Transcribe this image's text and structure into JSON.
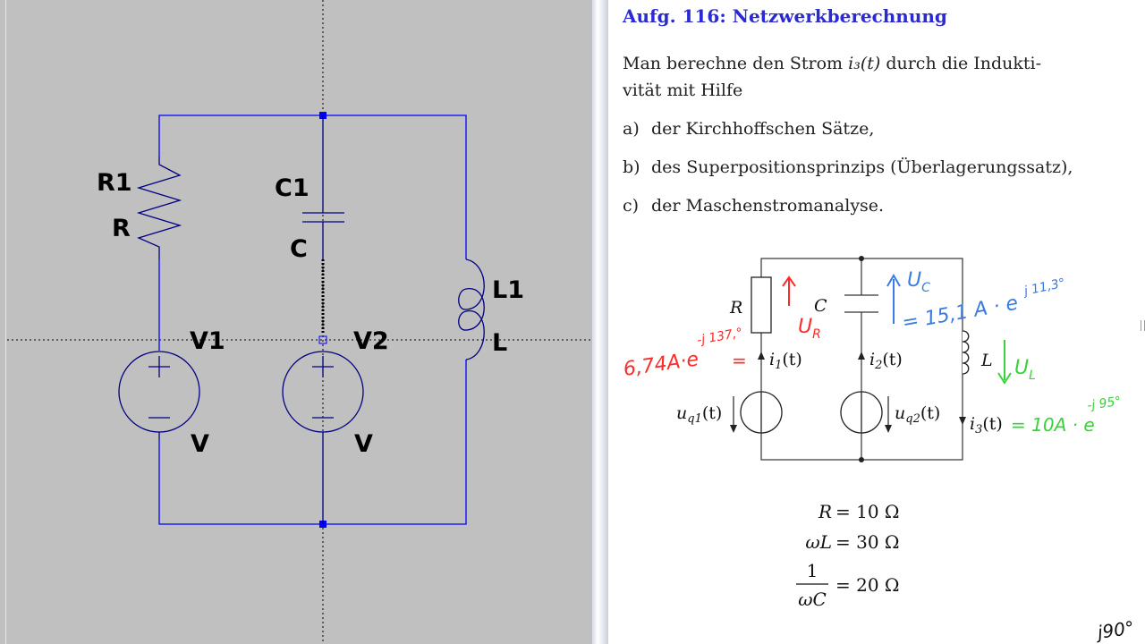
{
  "schematic": {
    "labels": {
      "r1_name": "R1",
      "r1_value": "R",
      "c1_name": "C1",
      "c1_value": "C",
      "l1_name": "L1",
      "l1_value": "L",
      "v1_name": "V1",
      "v1_value": "V",
      "v2_name": "V2",
      "v2_value": "V"
    },
    "colors": {
      "background": "#c0c0c0",
      "wire": "#0000ff",
      "component": "#000080",
      "crosshair": "#000000"
    }
  },
  "document": {
    "title": "Aufg. 116: Netzwerkberechnung",
    "intro_line1_prefix": "Man berechne den Strom",
    "intro_current": "i₃(t)",
    "intro_line1_suffix": "durch die Indukti-",
    "intro_line2": "vität mit Hilfe",
    "items": [
      {
        "label": "a)",
        "text": "der Kirchhoffschen Sätze,"
      },
      {
        "label": "b)",
        "text": "des Superpositionsprinzips (Überlagerungssatz),"
      },
      {
        "label": "c)",
        "text": "der Maschenstromanalyse."
      }
    ],
    "figure": {
      "r": "R",
      "c": "C",
      "l": "L",
      "i1": "i",
      "i1_sub": "1",
      "i2": "i",
      "i2_sub": "2",
      "i3": "i",
      "i3_sub": "3",
      "t": "(t)",
      "uq1": "u",
      "uq1_sub": "q1",
      "uq2": "u",
      "uq2_sub": "q2"
    },
    "equations": [
      {
        "lhs": "R",
        "rhs": "= 10 Ω"
      },
      {
        "lhs": "ωL",
        "rhs": "= 30 Ω"
      },
      {
        "lhs_num": "1",
        "lhs_den": "ωC",
        "rhs": "= 20 Ω"
      }
    ],
    "annotations": {
      "red_value": "6,74A·e",
      "red_exp": "-j 137,°",
      "red_label": "U",
      "red_sub": "R",
      "blue_value": "= 15,1 A · e",
      "blue_exp": "j 11,3°",
      "blue_label": "U",
      "blue_sub": "C",
      "green_value": "= 10A · e",
      "green_exp": "-j 95°",
      "green_label": "U",
      "green_sub": "L",
      "corner_mark": "j90°"
    },
    "colors": {
      "title": "#2a2ad0",
      "red": "#ff2a2a",
      "blue": "#3a7be0",
      "green": "#3ad23a"
    }
  }
}
